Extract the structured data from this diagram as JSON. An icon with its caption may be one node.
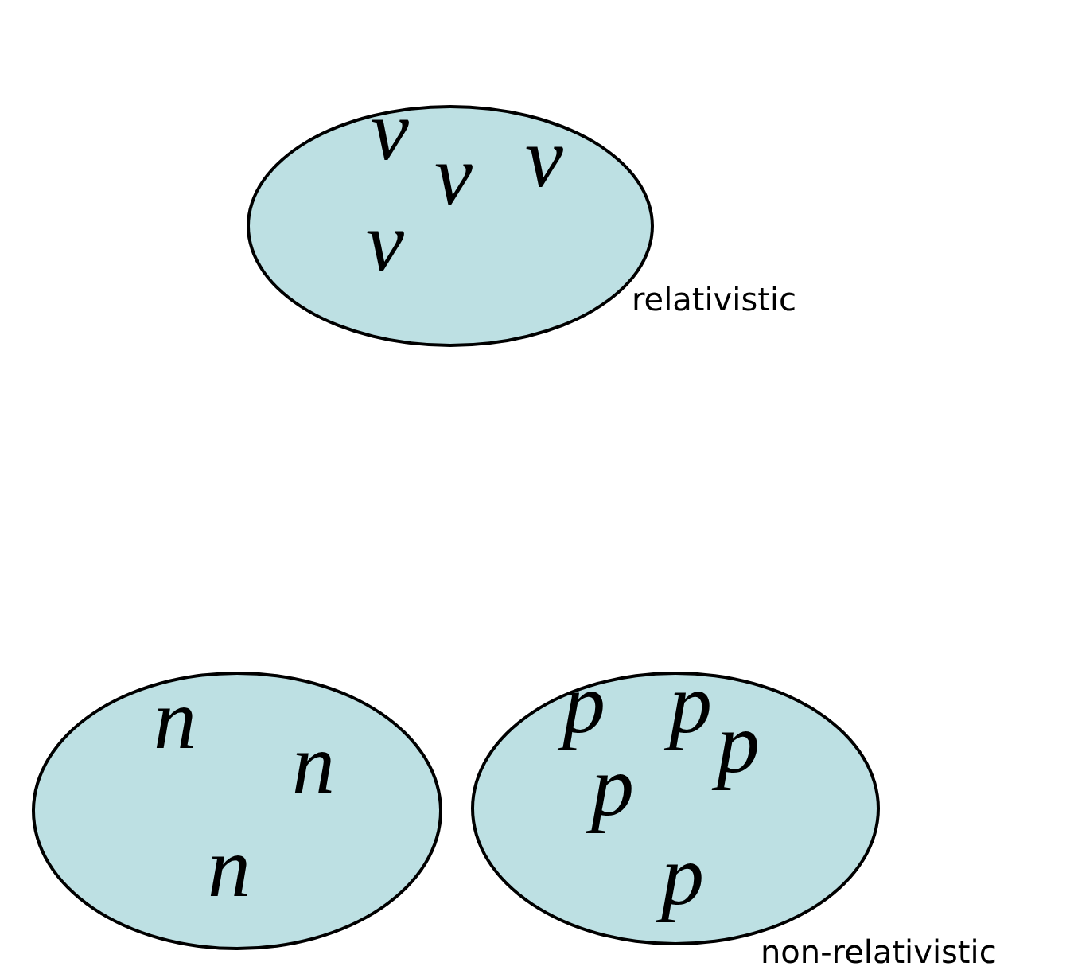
{
  "diagram": {
    "nodes": [
      {
        "text": [
          "ν",
          "ν",
          "ν",
          "ν"
        ],
        "beside": [
          "relativistic"
        ]
      },
      {
        "text": [
          "n",
          "n",
          "n"
        ]
      },
      {
        "text": [
          "p",
          "p",
          "p",
          "p",
          "p"
        ],
        "beside": [
          "non-relativistic"
        ]
      }
    ]
  }
}
